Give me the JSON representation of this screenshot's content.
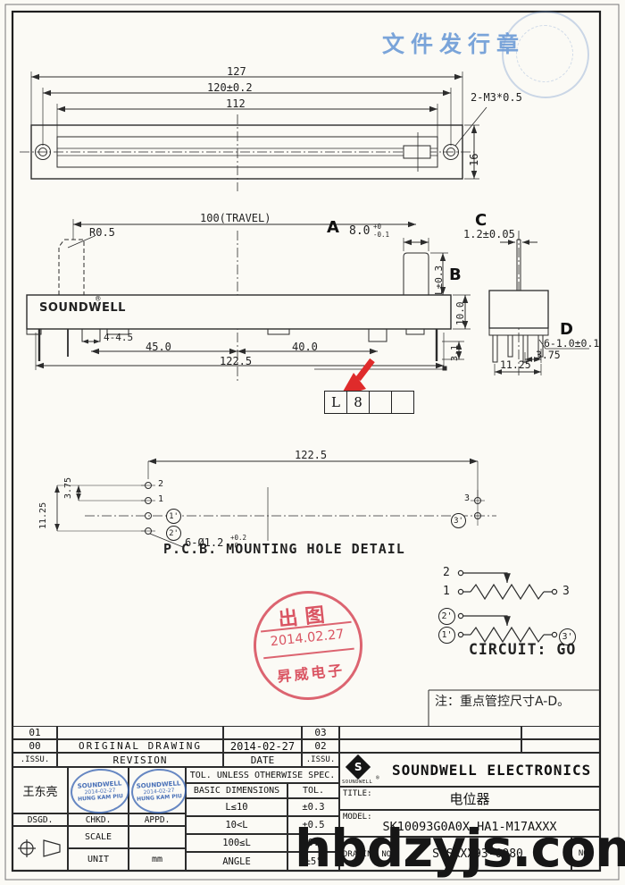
{
  "header": {
    "issue_stamp": "文件发行章"
  },
  "watermark": {
    "text": "hbdzyjs.com"
  },
  "top_view": {
    "dim_overall": "127",
    "dim_holes": "120±0.2",
    "dim_slot": "112",
    "thread_note": "2-M3*0.5",
    "dim_height": "16"
  },
  "front_view": {
    "dim_travel": "100(TRAVEL)",
    "radius_note": "R0.5",
    "datum_a": "A",
    "dim_a_value": "8.0",
    "dim_a_tol_up": "+0",
    "dim_a_tol_dn": "-0.1",
    "datum_b": "B",
    "dim_b": "L±0.3",
    "brand": "SOUNDWELL",
    "brand_reg": "®",
    "dim_leg": "4-4.5",
    "dim_45": "45.0",
    "dim_40": "40.0",
    "dim_body": "122.5",
    "dim_height": "10.0",
    "dim_pin": "3.1"
  },
  "side_view": {
    "datum_c": "C",
    "dim_c": "1.2±0.05",
    "datum_d": "D",
    "dim_d": "6-1.0±0.1",
    "dim_pitch": "3.75",
    "dim_span": "11.25"
  },
  "code_box": {
    "cells": [
      "L",
      "8",
      "",
      ""
    ]
  },
  "pcb_detail": {
    "dim_length": "122.5",
    "dim_pitch": "3.75",
    "dim_span": "11.25",
    "hole_note": "6-Ø1.2",
    "hole_tol_up": "+0.2",
    "hole_tol_dn": "-0",
    "labels": {
      "t2": "2",
      "t1": "1",
      "t1p": "1'",
      "t2p": "2'",
      "t3": "3",
      "t3p": "3'"
    },
    "title": "P.C.B. MOUNTING HOLE DETAIL"
  },
  "release_stamp": {
    "line1": "出图",
    "date": "2014.02.27",
    "line3": "昇威电子"
  },
  "circuit": {
    "t2": "2",
    "t1": "1",
    "t3": "3",
    "t2p": "2'",
    "t1p": "1'",
    "t3p": "3'",
    "caption": "CIRCUIT: GO"
  },
  "note": {
    "text": "注：重点管控尺寸A-D。"
  },
  "title_block": {
    "rev": {
      "r1_issu": "01",
      "r1_issu2": "03",
      "r2_issu": "00",
      "r2_desc": "ORIGINAL DRAWING",
      "r2_date": "2014-02-27",
      "r2_issu2": "02",
      "r3_issu": ".ISSU.",
      "r3_desc": "REVISION",
      "r3_date": "DATE",
      "r3_issu2": ".ISSU."
    },
    "company": "SOUNDWELL ELECTRONICS",
    "logo_letter": "S",
    "logo_text": "SOUNDWELL",
    "logo_reg": "®",
    "title_label": "TITLE:",
    "title_value": "电位器",
    "model_label": "MODEL:",
    "model_value": "SK10093G0A0X-HA1-M17AXXX",
    "drawing_label": "DRAWING NO:",
    "drawing_value": "S-SKXX93-0080",
    "no_label": "NO:",
    "designer": "王东亮",
    "approve_stamp": {
      "line1": "SOUNDWELL",
      "line2": "2014-02-27",
      "line3": "HUNG KAM PIU"
    },
    "dsgd": "DSGD.",
    "chkd": "CHKD.",
    "appd": "APPD.",
    "scale_label": "SCALE",
    "unit_label": "UNIT",
    "unit_value": "mm",
    "tol_header": "TOL. UNLESS OTHERWISE SPEC.",
    "tol_cols": {
      "dim": "BASIC DIMENSIONS",
      "tol": "TOL."
    },
    "tol_rows": [
      {
        "range": "L≤10",
        "tol": "±0.3"
      },
      {
        "range": "10<L",
        "tol": "±0.5"
      },
      {
        "range": "100≤L",
        "tol": "±0.8"
      },
      {
        "range": "ANGLE",
        "tol": "±5°"
      }
    ]
  }
}
